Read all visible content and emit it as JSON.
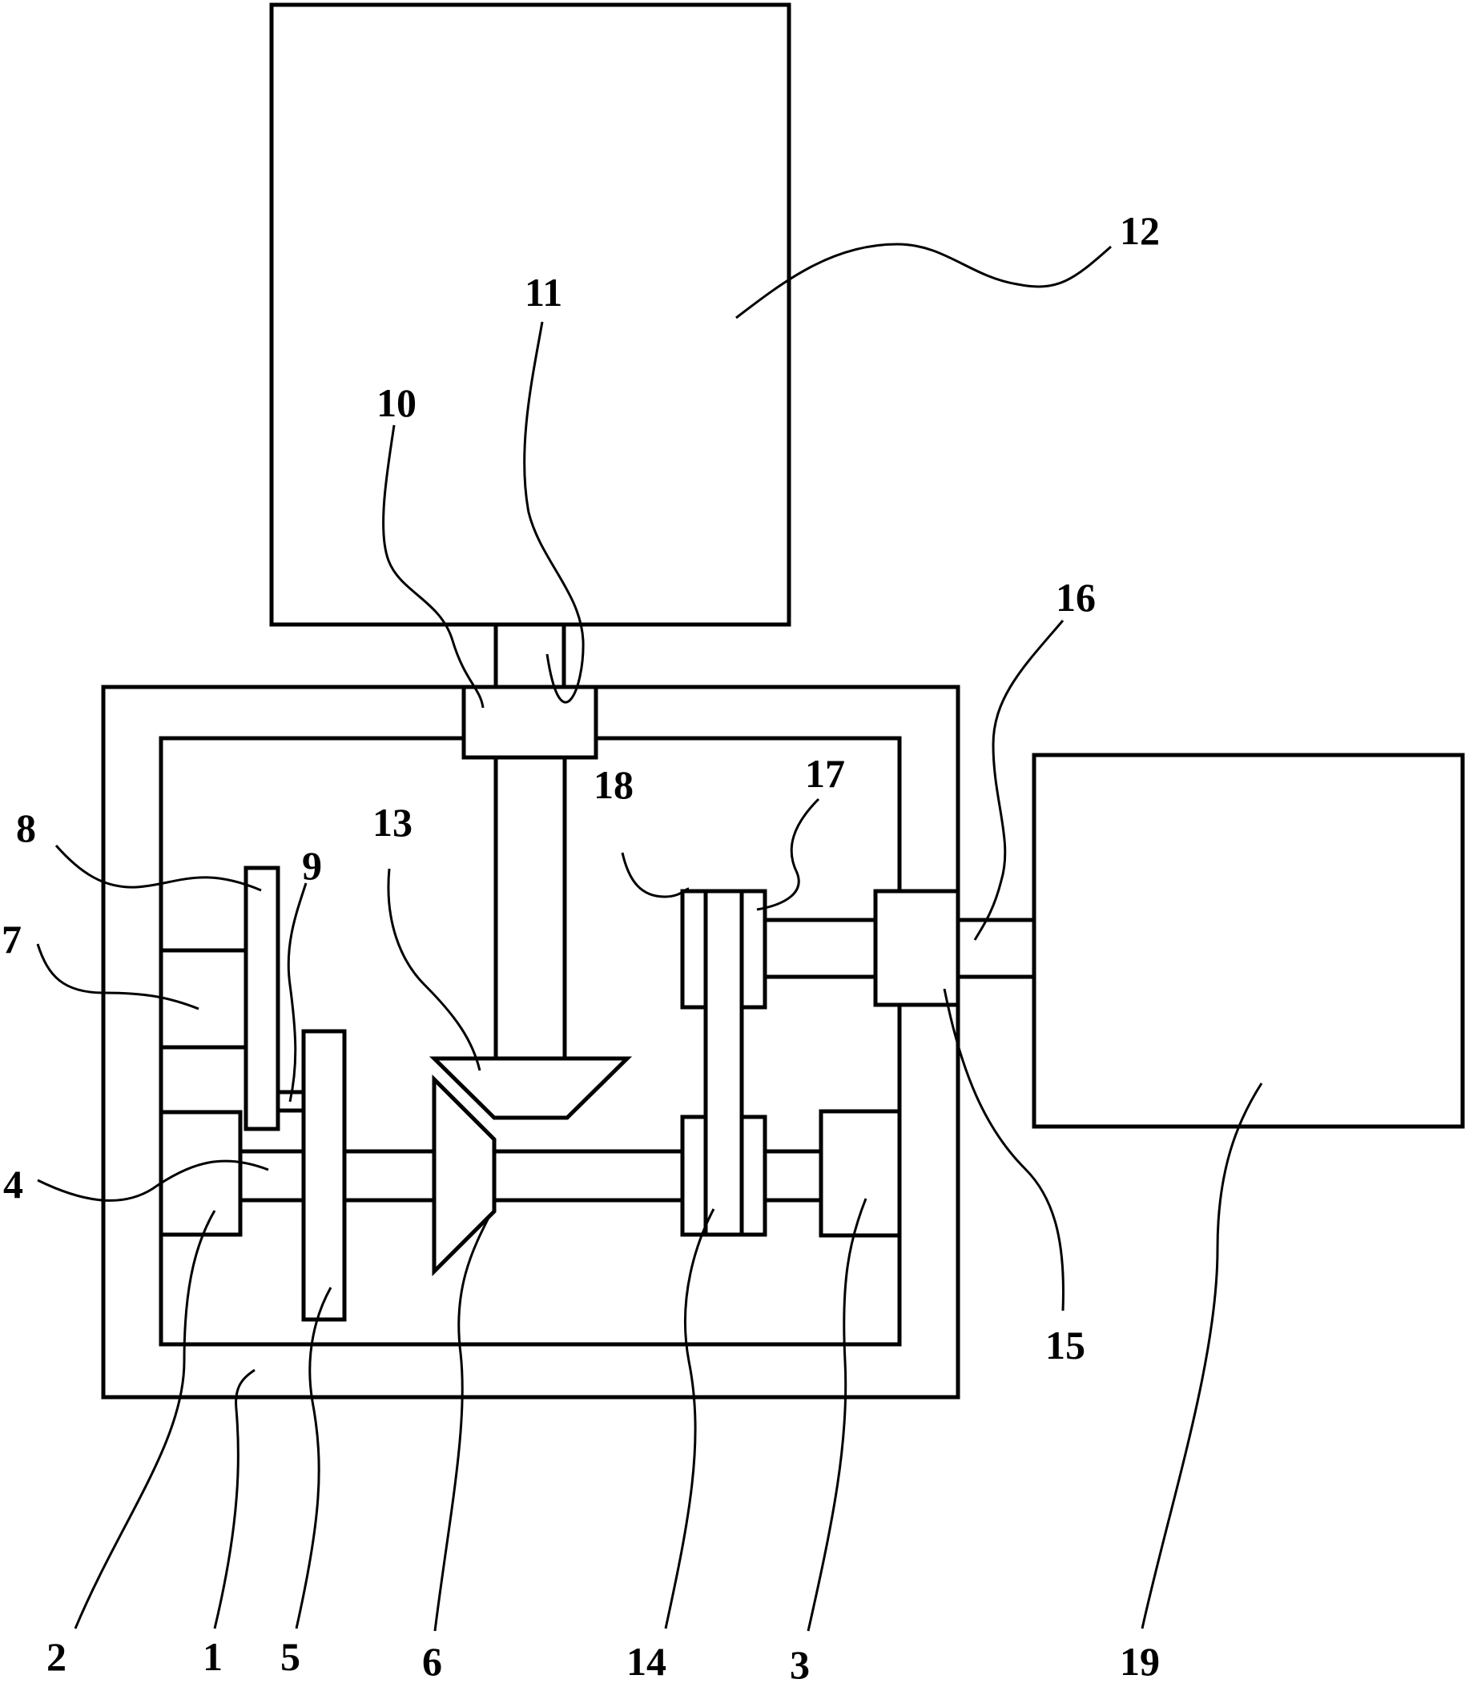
{
  "figure": {
    "type": "mechanical schematic",
    "stroke_color": "#000000",
    "background": "#ffffff"
  },
  "parts": [
    {
      "id": "1",
      "name": "outer-housing"
    },
    {
      "id": "2",
      "name": "left-bearing-block"
    },
    {
      "id": "3",
      "name": "right-bearing-block"
    },
    {
      "id": "4",
      "name": "lower-horizontal-shaft"
    },
    {
      "id": "5",
      "name": "large-disc"
    },
    {
      "id": "6",
      "name": "horizontal-bevel-gear"
    },
    {
      "id": "7",
      "name": "side-mount-block"
    },
    {
      "id": "8",
      "name": "upper-plate"
    },
    {
      "id": "9",
      "name": "connecting-rod"
    },
    {
      "id": "10",
      "name": "top-bearing-seat"
    },
    {
      "id": "11",
      "name": "vertical-shaft"
    },
    {
      "id": "12",
      "name": "top-box"
    },
    {
      "id": "13",
      "name": "vertical-bevel-gear"
    },
    {
      "id": "14",
      "name": "lower-pulley"
    },
    {
      "id": "15",
      "name": "side-bearing-seat"
    },
    {
      "id": "16",
      "name": "motor-shaft"
    },
    {
      "id": "17",
      "name": "upper-pulley"
    },
    {
      "id": "18",
      "name": "belt"
    },
    {
      "id": "19",
      "name": "motor-box"
    }
  ],
  "labels": {
    "l1": "1",
    "l2": "2",
    "l3": "3",
    "l4": "4",
    "l5": "5",
    "l6": "6",
    "l7": "7",
    "l8": "8",
    "l9": "9",
    "l10": "10",
    "l11": "11",
    "l12": "12",
    "l13": "13",
    "l14": "14",
    "l15": "15",
    "l16": "16",
    "l17": "17",
    "l18": "18",
    "l19": "19"
  }
}
